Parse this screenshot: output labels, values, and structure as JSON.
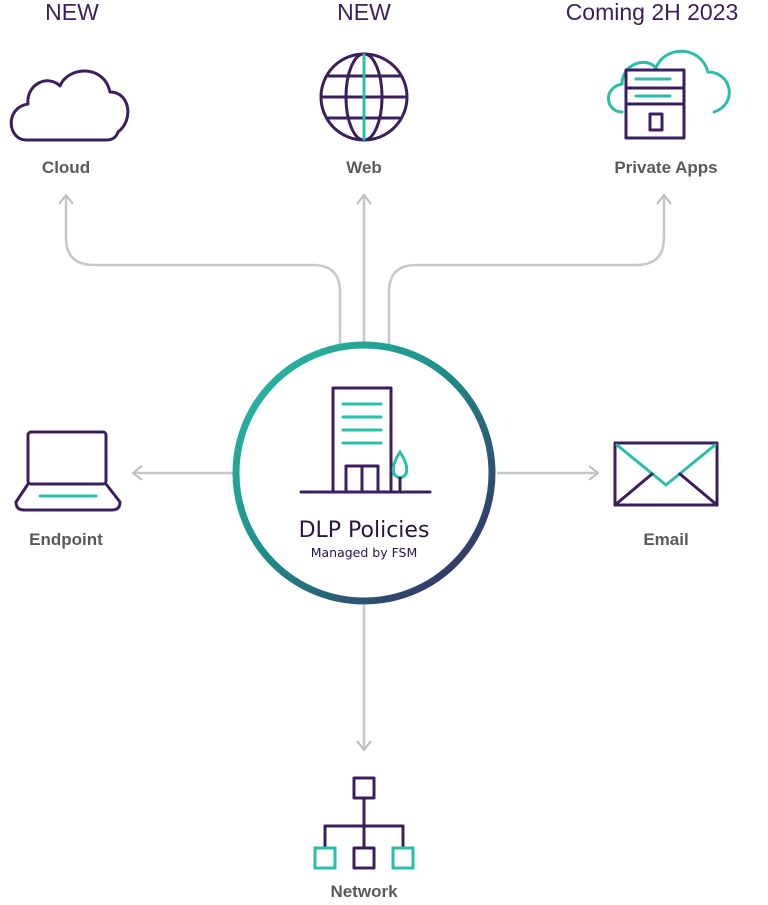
{
  "badges": {
    "cloud": "NEW",
    "web": "NEW",
    "private_apps": "Coming 2H 2023"
  },
  "nodes": {
    "cloud": "Cloud",
    "web": "Web",
    "private_apps": "Private Apps",
    "endpoint": "Endpoint",
    "email": "Email",
    "network": "Network"
  },
  "hub": {
    "title": "DLP Policies",
    "subtitle": "Managed by FSM"
  },
  "colors": {
    "badge_text": "#3b1f5c",
    "icon_primary": "#3b1f5c",
    "icon_accent": "#2bbfa5",
    "label_text": "#5a5a5a",
    "connector": "#c8c8c8"
  },
  "icons": [
    "cloud-icon",
    "globe-icon",
    "cloud-server-icon",
    "laptop-icon",
    "envelope-icon",
    "network-hierarchy-icon",
    "building-tree-icon"
  ]
}
